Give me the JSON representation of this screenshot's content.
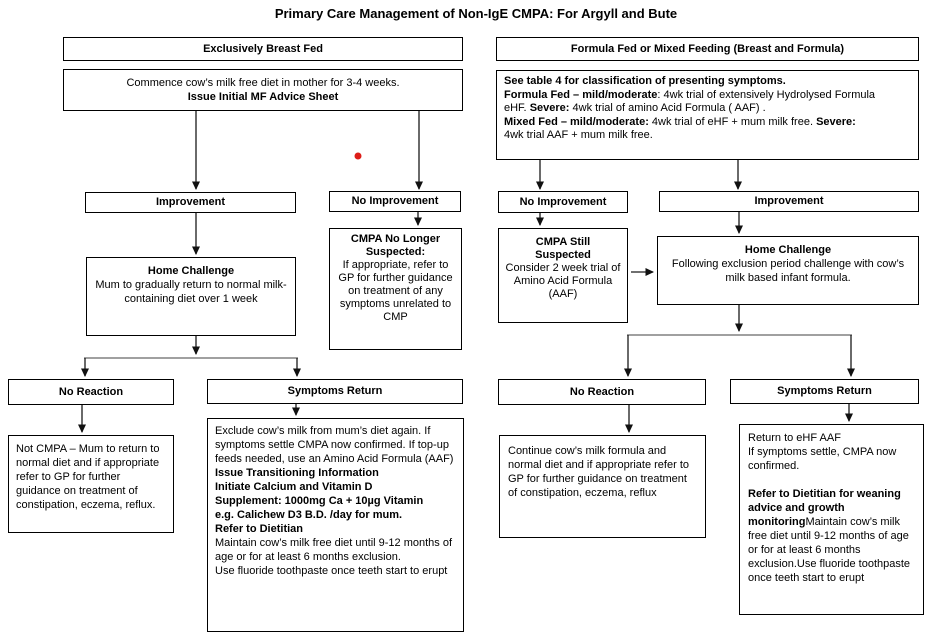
{
  "title": "Primary Care Management of Non-IgE CMPA: For Argyll and Bute",
  "colors": {
    "background": "#ffffff",
    "border": "#000000",
    "text": "#000000",
    "line_dark": "#1a1a1a",
    "line_gray": "#808080",
    "red_dot": "#dd1d18"
  },
  "breast_fed": {
    "header": "Exclusively Breast Fed",
    "commence": [
      {
        "text": "Commence cow’s milk free diet in mother for 3-4 weeks.\n",
        "bold": false
      },
      {
        "text": "Issue Initial MF Advice Sheet",
        "bold": true
      }
    ],
    "improvement": "Improvement",
    "no_improvement": "No Improvement",
    "home_challenge": [
      {
        "text": "Home Challenge\n",
        "bold": true
      },
      {
        "text": "Mum to gradually return to normal milk-containing diet over 1 week",
        "bold": false
      }
    ],
    "cmpa_no_longer": [
      {
        "text": "CMPA No Longer\nSuspected:\n",
        "bold": true
      },
      {
        "text": "If appropriate, refer to GP for further guidance on treatment of any symptoms unrelated to CMP",
        "bold": false
      }
    ],
    "no_reaction": "No Reaction",
    "symptoms_return": "Symptoms Return",
    "not_cmpa": "Not CMPA – Mum to return to normal diet and if appropriate refer to GP for further guidance on treatment of constipation, eczema, reflux.",
    "exclude": [
      {
        "text": "Exclude cow’s milk from mum’s diet again. If symptoms settle CMPA now confirmed.  If top-up feeds needed, use an Amino Acid Formula (AAF)\n",
        "bold": false
      },
      {
        "text": "Issue Transitioning Information\n",
        "bold": true
      },
      {
        "text": "Initiate Calcium and Vitamin D\nSupplement: 1000mg Ca + 10µg Vitamin\ne.g. Calichew D3 B.D. /day for mum.\n",
        "bold": true
      },
      {
        "text": "Refer to Dietitian\n",
        "bold": true
      },
      {
        "text": "Maintain cow’s milk free diet until 9-12 months of age or for at least 6 months exclusion.\n",
        "bold": false
      },
      {
        "text": "Use fluoride toothpaste once teeth start to erupt",
        "bold": false
      }
    ]
  },
  "formula_fed": {
    "header": "Formula Fed or Mixed Feeding (Breast and Formula)",
    "see_table": [
      {
        "text": "See table 4 for classification of presenting symptoms.\n",
        "bold": true
      },
      {
        "text": "Formula Fed – mild/moderate",
        "bold": true
      },
      {
        "text": ": 4wk trial of extensively Hydrolysed Formula\n",
        "bold": false
      },
      {
        "text": "eHF. ",
        "bold": false
      },
      {
        "text": "Severe:",
        "bold": true
      },
      {
        "text": " 4wk trial of amino Acid Formula ( AAF) .\n",
        "bold": false
      },
      {
        "text": "Mixed Fed – mild/moderate:",
        "bold": true
      },
      {
        "text": " 4wk trial of eHF + mum milk free. ",
        "bold": false
      },
      {
        "text": "Severe:",
        "bold": true
      },
      {
        "text": "\n4wk trial AAF + mum milk free.",
        "bold": false
      }
    ],
    "no_improvement": "No Improvement",
    "improvement": "Improvement",
    "cmpa_still": [
      {
        "text": "CMPA Still\nSuspected\n",
        "bold": true
      },
      {
        "text": "Consider 2 week trial of Amino Acid Formula (AAF)",
        "bold": false
      }
    ],
    "home_challenge": [
      {
        "text": "Home Challenge\n",
        "bold": true
      },
      {
        "text": "Following exclusion period challenge with cow’s milk based infant formula.",
        "bold": false
      }
    ],
    "no_reaction": "No Reaction",
    "symptoms_return": "Symptoms Return",
    "continue_box": "Continue cow’s milk formula and normal diet and if appropriate refer to GP for further guidance on treatment of constipation, eczema, reflux",
    "return_ehf": [
      {
        "text": "Return to eHF AAF\nIf symptoms settle, CMPA now confirmed.\n\n",
        "bold": false
      },
      {
        "text": "Refer to Dietitian for weaning advice and growth monitoring",
        "bold": true
      },
      {
        "text": "Maintain cow’s milk free diet until 9-12 months of age or for at least 6 months exclusion.Use fluoride toothpaste once teeth start to erupt",
        "bold": false
      }
    ]
  }
}
